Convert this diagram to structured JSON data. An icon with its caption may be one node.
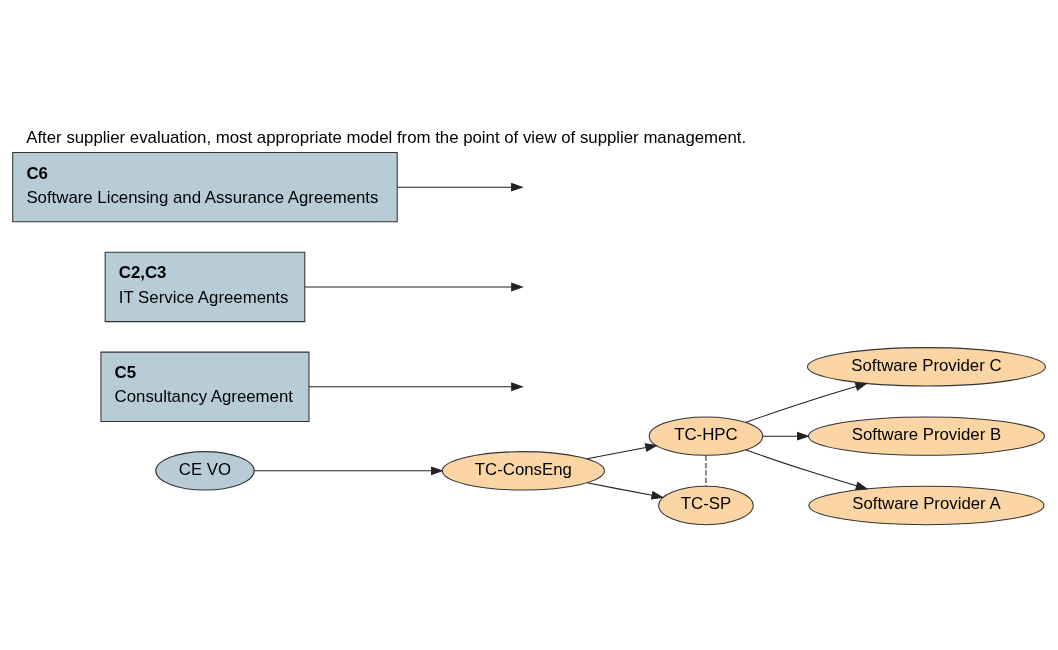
{
  "diagram": {
    "title": "After supplier evaluation, most appropriate model from the point of view of supplier management.",
    "nodes": [
      {
        "text": [
          "CE VO"
        ]
      },
      {
        "text": [
          "TC-ConsEng"
        ]
      },
      {
        "text": [
          "TC-HPC"
        ]
      },
      {
        "text": [
          "TC-SP"
        ]
      },
      {
        "text": [
          "Software Provider C"
        ]
      },
      {
        "text": [
          "Software Provider B"
        ]
      },
      {
        "text": [
          "Software Provider A"
        ]
      },
      {
        "text": [
          "C5",
          "Consultancy Agreement"
        ]
      },
      {
        "text": [
          "C2,C3",
          "IT Service Agreements"
        ]
      },
      {
        "text": [
          "C6",
          "Software Licensing and Assurance Agreements"
        ]
      }
    ],
    "edges": [
      {
        "from": 0,
        "to": 1,
        "arrow": "to"
      },
      {
        "from": 1,
        "to": 2,
        "arrow": "to"
      },
      {
        "from": 1,
        "to": 3,
        "arrow": "to"
      },
      {
        "from": 2,
        "to": 4,
        "arrow": "to"
      },
      {
        "from": 2,
        "to": 5,
        "arrow": "to"
      },
      {
        "from": 2,
        "to": 6,
        "arrow": "to"
      },
      {
        "from": 2,
        "to": 3,
        "arrow": "none",
        "style": "dashed"
      },
      {
        "from": 7,
        "to": null,
        "arrow": "to"
      },
      {
        "from": 8,
        "to": null,
        "arrow": "to"
      },
      {
        "from": 9,
        "to": null,
        "arrow": "to"
      }
    ]
  }
}
